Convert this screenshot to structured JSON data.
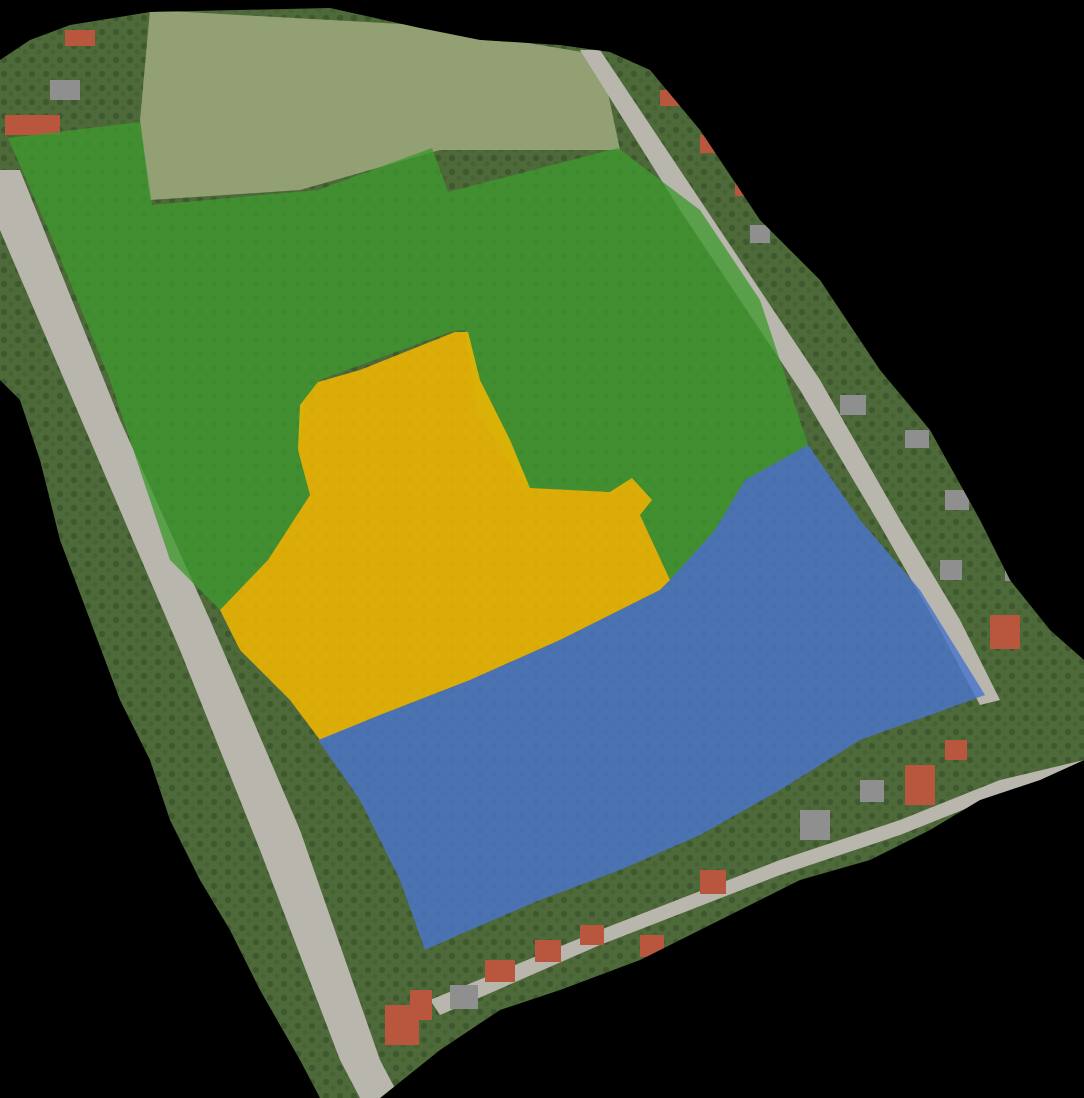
{
  "map": {
    "background_color": "#000000",
    "imagery": {
      "kind": "aerial-orthophoto",
      "vegetation_color": "#4f6a3a",
      "meadow_color": "#9aa67a",
      "road_color": "#b9b6ad",
      "rooftop_color": "#b8573e",
      "building_gray_color": "#8f8f8f"
    },
    "zones": [
      {
        "id": "zone-green",
        "fill": "#3f9a2f",
        "opacity": 0.78
      },
      {
        "id": "zone-yellow",
        "fill": "#f5b800",
        "opacity": 0.85
      },
      {
        "id": "zone-blue",
        "fill": "#4a74cc",
        "opacity": 0.82
      }
    ]
  }
}
